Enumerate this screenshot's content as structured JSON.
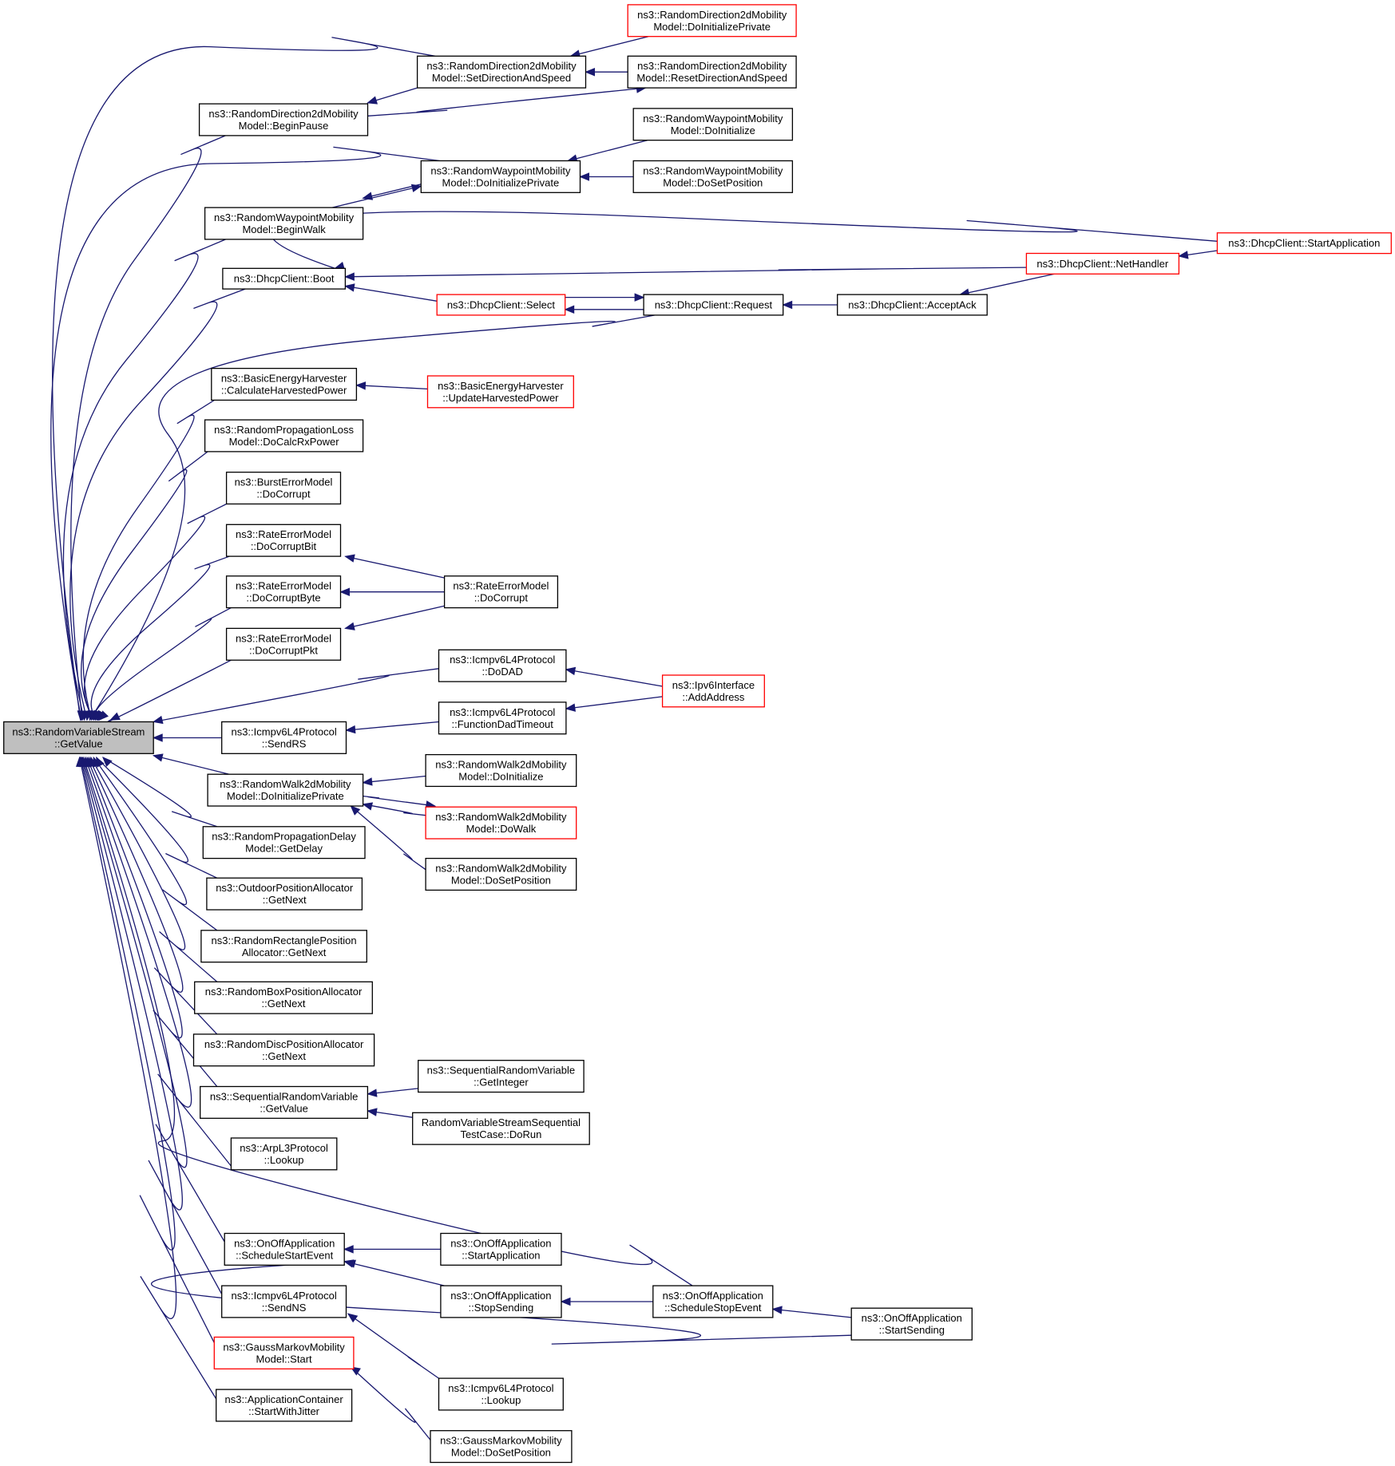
{
  "colors": {
    "edge": "#191970",
    "node_border": "#000000",
    "node_border_truncated": "#ff0000",
    "root_fill": "#bfbfbf",
    "node_fill": "#ffffff"
  },
  "nodes": [
    {
      "id": "root",
      "lines": [
        "ns3::RandomVariableStream",
        "::GetValue"
      ],
      "root": true
    },
    {
      "id": "rd_begin_pause",
      "lines": [
        "ns3::RandomDirection2dMobility",
        "Model::BeginPause"
      ]
    },
    {
      "id": "rd_set_dir",
      "lines": [
        "ns3::RandomDirection2dMobility",
        "Model::SetDirectionAndSpeed"
      ]
    },
    {
      "id": "rd_doinit_priv",
      "lines": [
        "ns3::RandomDirection2dMobility",
        "Model::DoInitializePrivate"
      ],
      "truncated": true
    },
    {
      "id": "rd_reset_dir",
      "lines": [
        "ns3::RandomDirection2dMobility",
        "Model::ResetDirectionAndSpeed"
      ]
    },
    {
      "id": "rw_begin_walk",
      "lines": [
        "ns3::RandomWaypointMobility",
        "Model::BeginWalk"
      ]
    },
    {
      "id": "rw_doinit_priv",
      "lines": [
        "ns3::RandomWaypointMobility",
        "Model::DoInitializePrivate"
      ]
    },
    {
      "id": "rw_doinit",
      "lines": [
        "ns3::RandomWaypointMobility",
        "Model::DoInitialize"
      ]
    },
    {
      "id": "rw_dosetpos",
      "lines": [
        "ns3::RandomWaypointMobility",
        "Model::DoSetPosition"
      ]
    },
    {
      "id": "dhcp_boot",
      "lines": [
        "ns3::DhcpClient::Boot"
      ]
    },
    {
      "id": "dhcp_select",
      "lines": [
        "ns3::DhcpClient::Select"
      ],
      "truncated": true
    },
    {
      "id": "dhcp_request",
      "lines": [
        "ns3::DhcpClient::Request"
      ]
    },
    {
      "id": "dhcp_acceptack",
      "lines": [
        "ns3::DhcpClient::AcceptAck"
      ]
    },
    {
      "id": "dhcp_nethandler",
      "lines": [
        "ns3::DhcpClient::NetHandler"
      ],
      "truncated": true
    },
    {
      "id": "dhcp_startapp",
      "lines": [
        "ns3::DhcpClient::StartApplication"
      ],
      "truncated": true
    },
    {
      "id": "beh_calc",
      "lines": [
        "ns3::BasicEnergyHarvester",
        "::CalculateHarvestedPower"
      ]
    },
    {
      "id": "beh_update",
      "lines": [
        "ns3::BasicEnergyHarvester",
        "::UpdateHarvestedPower"
      ],
      "truncated": true
    },
    {
      "id": "rpl_docalc",
      "lines": [
        "ns3::RandomPropagationLoss",
        "Model::DoCalcRxPower"
      ]
    },
    {
      "id": "burst_docorrupt",
      "lines": [
        "ns3::BurstErrorModel",
        "::DoCorrupt"
      ]
    },
    {
      "id": "rate_bit",
      "lines": [
        "ns3::RateErrorModel",
        "::DoCorruptBit"
      ]
    },
    {
      "id": "rate_byte",
      "lines": [
        "ns3::RateErrorModel",
        "::DoCorruptByte"
      ]
    },
    {
      "id": "rate_pkt",
      "lines": [
        "ns3::RateErrorModel",
        "::DoCorruptPkt"
      ]
    },
    {
      "id": "rate_docorrupt",
      "lines": [
        "ns3::RateErrorModel",
        "::DoCorrupt"
      ]
    },
    {
      "id": "icmp_dodad",
      "lines": [
        "ns3::Icmpv6L4Protocol",
        "::DoDAD"
      ]
    },
    {
      "id": "icmp_funcdad",
      "lines": [
        "ns3::Icmpv6L4Protocol",
        "::FunctionDadTimeout"
      ]
    },
    {
      "id": "ipv6_addaddr",
      "lines": [
        "ns3::Ipv6Interface",
        "::AddAddress"
      ],
      "truncated": true
    },
    {
      "id": "icmp_sendrs",
      "lines": [
        "ns3::Icmpv6L4Protocol",
        "::SendRS"
      ]
    },
    {
      "id": "rwalk_doinit_priv",
      "lines": [
        "ns3::RandomWalk2dMobility",
        "Model::DoInitializePrivate"
      ]
    },
    {
      "id": "rwalk_doinit",
      "lines": [
        "ns3::RandomWalk2dMobility",
        "Model::DoInitialize"
      ]
    },
    {
      "id": "rwalk_dowalk",
      "lines": [
        "ns3::RandomWalk2dMobility",
        "Model::DoWalk"
      ],
      "truncated": true
    },
    {
      "id": "rwalk_dosetpos",
      "lines": [
        "ns3::RandomWalk2dMobility",
        "Model::DoSetPosition"
      ]
    },
    {
      "id": "rpd_getdelay",
      "lines": [
        "ns3::RandomPropagationDelay",
        "Model::GetDelay"
      ]
    },
    {
      "id": "outdoor_getnext",
      "lines": [
        "ns3::OutdoorPositionAllocator",
        "::GetNext"
      ]
    },
    {
      "id": "rect_getnext",
      "lines": [
        "ns3::RandomRectanglePosition",
        "Allocator::GetNext"
      ]
    },
    {
      "id": "box_getnext",
      "lines": [
        "ns3::RandomBoxPositionAllocator",
        "::GetNext"
      ]
    },
    {
      "id": "disc_getnext",
      "lines": [
        "ns3::RandomDiscPositionAllocator",
        "::GetNext"
      ]
    },
    {
      "id": "seq_getvalue",
      "lines": [
        "ns3::SequentialRandomVariable",
        "::GetValue"
      ]
    },
    {
      "id": "seq_getint",
      "lines": [
        "ns3::SequentialRandomVariable",
        "::GetInteger"
      ]
    },
    {
      "id": "seq_test",
      "lines": [
        "RandomVariableStreamSequential",
        "TestCase::DoRun"
      ]
    },
    {
      "id": "arp_lookup",
      "lines": [
        "ns3::ArpL3Protocol",
        "::Lookup"
      ]
    },
    {
      "id": "onoff_sched_start",
      "lines": [
        "ns3::OnOffApplication",
        "::ScheduleStartEvent"
      ]
    },
    {
      "id": "onoff_startapp",
      "lines": [
        "ns3::OnOffApplication",
        "::StartApplication"
      ]
    },
    {
      "id": "onoff_stopsend",
      "lines": [
        "ns3::OnOffApplication",
        "::StopSending"
      ]
    },
    {
      "id": "onoff_sched_stop",
      "lines": [
        "ns3::OnOffApplication",
        "::ScheduleStopEvent"
      ]
    },
    {
      "id": "onoff_startsend",
      "lines": [
        "ns3::OnOffApplication",
        "::StartSending"
      ]
    },
    {
      "id": "icmp_sendns",
      "lines": [
        "ns3::Icmpv6L4Protocol",
        "::SendNS"
      ]
    },
    {
      "id": "icmp_lookup",
      "lines": [
        "ns3::Icmpv6L4Protocol",
        "::Lookup"
      ]
    },
    {
      "id": "gm_start",
      "lines": [
        "ns3::GaussMarkovMobility",
        "Model::Start"
      ],
      "truncated": true
    },
    {
      "id": "gm_dosetpos",
      "lines": [
        "ns3::GaussMarkovMobility",
        "Model::DoSetPosition"
      ]
    },
    {
      "id": "appcont_jitter",
      "lines": [
        "ns3::ApplicationContainer",
        "::StartWithJitter"
      ]
    }
  ],
  "edges": [
    [
      "rd_begin_pause",
      "root"
    ],
    [
      "rd_set_dir",
      "root"
    ],
    [
      "rd_set_dir",
      "rd_begin_pause"
    ],
    [
      "rd_doinit_priv",
      "rd_set_dir"
    ],
    [
      "rd_reset_dir",
      "rd_set_dir"
    ],
    [
      "rd_begin_pause",
      "rd_reset_dir"
    ],
    [
      "rw_begin_walk",
      "root"
    ],
    [
      "rw_doinit_priv",
      "root"
    ],
    [
      "rw_doinit_priv",
      "rw_begin_walk"
    ],
    [
      "rw_begin_walk",
      "rw_doinit_priv"
    ],
    [
      "rw_doinit",
      "rw_doinit_priv"
    ],
    [
      "rw_dosetpos",
      "rw_doinit_priv"
    ],
    [
      "dhcp_boot",
      "root"
    ],
    [
      "dhcp_startapp",
      "dhcp_boot"
    ],
    [
      "dhcp_nethandler",
      "dhcp_boot"
    ],
    [
      "dhcp_select",
      "dhcp_boot"
    ],
    [
      "dhcp_select",
      "dhcp_request"
    ],
    [
      "dhcp_request",
      "dhcp_select"
    ],
    [
      "dhcp_request",
      "root"
    ],
    [
      "dhcp_acceptack",
      "dhcp_request"
    ],
    [
      "dhcp_nethandler",
      "dhcp_acceptack"
    ],
    [
      "dhcp_startapp",
      "dhcp_nethandler"
    ],
    [
      "beh_calc",
      "root"
    ],
    [
      "beh_update",
      "beh_calc"
    ],
    [
      "rpl_docalc",
      "root"
    ],
    [
      "burst_docorrupt",
      "root"
    ],
    [
      "rate_bit",
      "root"
    ],
    [
      "rate_byte",
      "root"
    ],
    [
      "rate_pkt",
      "root"
    ],
    [
      "rate_docorrupt",
      "rate_bit"
    ],
    [
      "rate_docorrupt",
      "rate_byte"
    ],
    [
      "rate_docorrupt",
      "rate_pkt"
    ],
    [
      "icmp_dodad",
      "root"
    ],
    [
      "ipv6_addaddr",
      "icmp_dodad"
    ],
    [
      "ipv6_addaddr",
      "icmp_funcdad"
    ],
    [
      "icmp_funcdad",
      "icmp_sendrs"
    ],
    [
      "icmp_sendrs",
      "root"
    ],
    [
      "rwalk_doinit_priv",
      "root"
    ],
    [
      "rwalk_doinit",
      "rwalk_doinit_priv"
    ],
    [
      "rwalk_dowalk",
      "rwalk_doinit_priv"
    ],
    [
      "rwalk_doinit_priv",
      "rwalk_dowalk"
    ],
    [
      "rwalk_dosetpos",
      "rwalk_doinit_priv"
    ],
    [
      "rpd_getdelay",
      "root"
    ],
    [
      "outdoor_getnext",
      "root"
    ],
    [
      "rect_getnext",
      "root"
    ],
    [
      "box_getnext",
      "root"
    ],
    [
      "disc_getnext",
      "root"
    ],
    [
      "seq_getvalue",
      "root"
    ],
    [
      "seq_getint",
      "seq_getvalue"
    ],
    [
      "seq_test",
      "seq_getvalue"
    ],
    [
      "arp_lookup",
      "root"
    ],
    [
      "onoff_sched_stop",
      "root"
    ],
    [
      "onoff_sched_start",
      "root"
    ],
    [
      "onoff_startapp",
      "onoff_sched_start"
    ],
    [
      "onoff_stopsend",
      "onoff_sched_start"
    ],
    [
      "onoff_startsend",
      "onoff_sched_start"
    ],
    [
      "onoff_sched_stop",
      "onoff_stopsend"
    ],
    [
      "onoff_startsend",
      "onoff_sched_stop"
    ],
    [
      "icmp_sendns",
      "root"
    ],
    [
      "icmp_lookup",
      "icmp_sendns"
    ],
    [
      "gm_start",
      "root"
    ],
    [
      "gm_dosetpos",
      "gm_start"
    ],
    [
      "appcont_jitter",
      "root"
    ]
  ]
}
